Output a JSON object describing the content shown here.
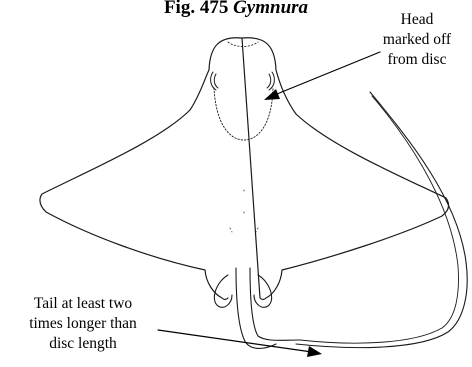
{
  "figure": {
    "title_prefix": "Fig. 475",
    "genus": "Gymnura"
  },
  "annotations": {
    "head": [
      "Head",
      "marked off",
      "from disc"
    ],
    "tail": [
      "Tail at least two",
      "times longer than",
      "disc length"
    ]
  }
}
